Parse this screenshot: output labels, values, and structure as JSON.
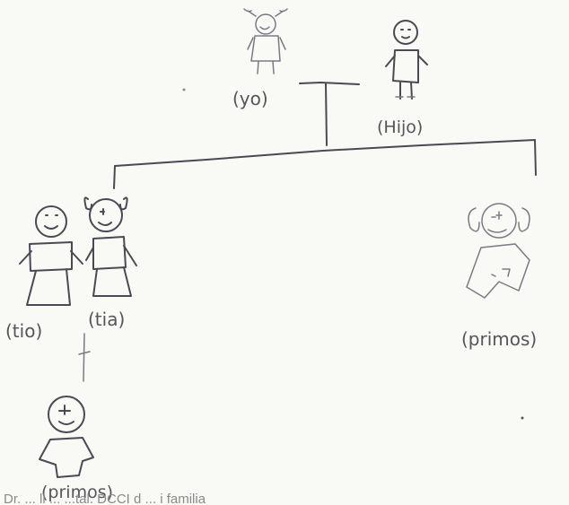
{
  "diagram": {
    "labels": {
      "yo": "(yo)",
      "tio_top": "(Hijo)",
      "tio_left": "(tio)",
      "tia_left": "(tia)",
      "primos_right": "(primos)",
      "primos_bottom": "(primos)"
    },
    "footer_text": "Dr. ... ll ... ...tal. DCCI d ... i familia"
  }
}
